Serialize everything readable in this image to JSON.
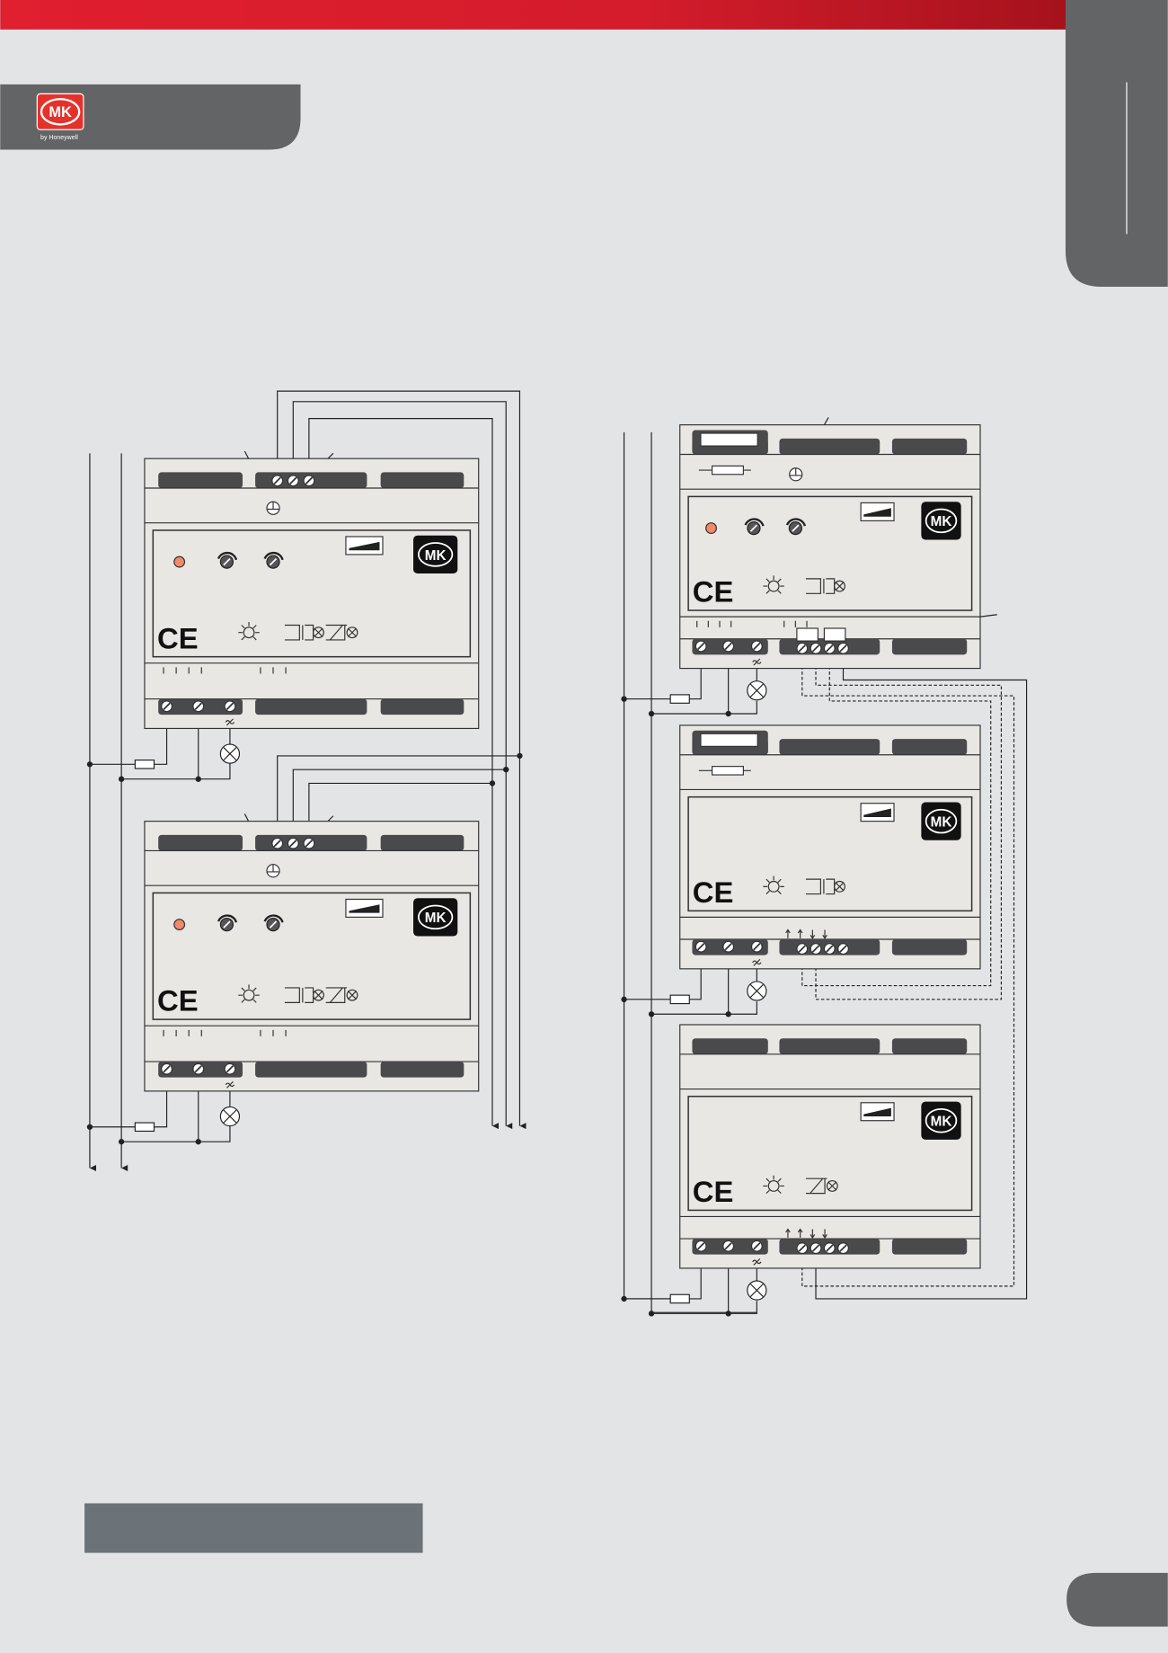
{
  "header": {
    "brand_logo": "MK",
    "brand_sub": "by Honeywell",
    "accent_color": "#e01f2f",
    "panel_color": "#636466"
  },
  "diagrams": {
    "module_badge": "MK",
    "ce_mark": "CE",
    "left": {
      "modules": 2
    },
    "right": {
      "modules": 3
    }
  },
  "footer": {
    "box_color": "#6b7378"
  }
}
